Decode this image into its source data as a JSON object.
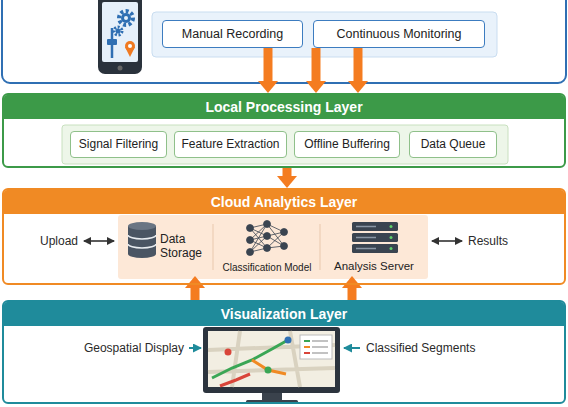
{
  "diagram": {
    "nodes": [
      {
        "text": [
          "Manual Recording"
        ]
      },
      {
        "text": [
          "Continuous Monitoring"
        ]
      },
      {
        "text": [
          "Local Processing Layer"
        ]
      },
      {
        "text": [
          "Signal Filtering"
        ],
        "in": 2
      },
      {
        "text": [
          "Feature Extraction"
        ],
        "in": 2
      },
      {
        "text": [
          "Offline Buffering"
        ],
        "in": 2
      },
      {
        "text": [
          "Data Queue"
        ],
        "in": 2
      },
      {
        "text": [
          "Cloud Analytics Layer"
        ]
      },
      {
        "text": [
          "Data Storage"
        ],
        "in": 7
      },
      {
        "text": [
          "Classification Model"
        ],
        "in": 7
      },
      {
        "text": [
          "Analysis Server"
        ],
        "in": 7
      },
      {
        "text": [
          "Visualization Layer"
        ]
      }
    ],
    "edges": [
      {
        "from": 0,
        "to": 2,
        "arrow": "to"
      },
      {
        "from": 1,
        "to": 2,
        "arrow": "to"
      },
      {
        "from": 1,
        "to": 2,
        "arrow": "to"
      },
      {
        "from": 2,
        "to": 7,
        "arrow": "to"
      },
      {
        "from": 11,
        "to": 8,
        "arrow": "to"
      },
      {
        "from": 11,
        "to": 10,
        "arrow": "to"
      }
    ],
    "labels": [
      "Upload",
      "Results",
      "Geospatial Display",
      "Classified Segments"
    ]
  }
}
